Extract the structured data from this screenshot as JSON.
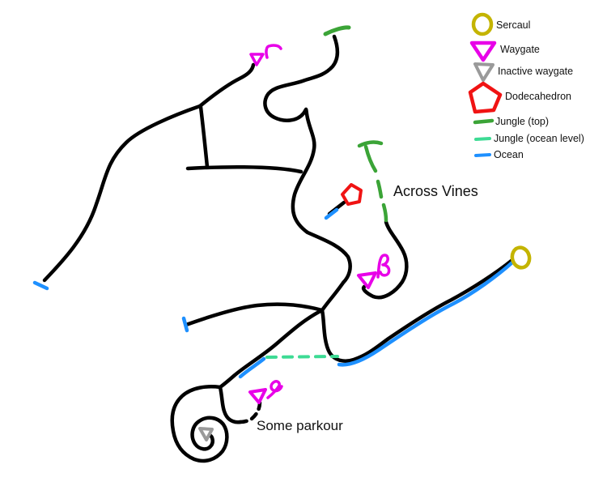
{
  "map": {
    "labels": {
      "across_vines": "Across Vines",
      "some_parkour": "Some parkour"
    }
  },
  "legend": {
    "items": [
      {
        "label": "Sercaul",
        "shape": "ring",
        "color": "#c4b400"
      },
      {
        "label": "Waygate",
        "shape": "triangle-down",
        "color": "#e800e8"
      },
      {
        "label": "Inactive waygate",
        "shape": "triangle-down",
        "color": "#9a9a9a"
      },
      {
        "label": "Dodecahedron",
        "shape": "pentagon",
        "color": "#f01313"
      },
      {
        "label": "Jungle (top)",
        "shape": "line",
        "color": "#3ba437"
      },
      {
        "label": "Jungle (ocean level)",
        "shape": "dashed-line",
        "color": "#3ddb94"
      },
      {
        "label": "Ocean",
        "shape": "line",
        "color": "#1e90ff"
      }
    ]
  },
  "colors": {
    "background": "#ffffff",
    "path": "#000000",
    "text": "#111111",
    "sercaul": "#c4b400",
    "waygate": "#e800e8",
    "inactive_waygate": "#9a9a9a",
    "dodecahedron": "#f01313",
    "jungle_top": "#3ba437",
    "jungle_ocean": "#3ddb94",
    "ocean": "#1e90ff"
  }
}
